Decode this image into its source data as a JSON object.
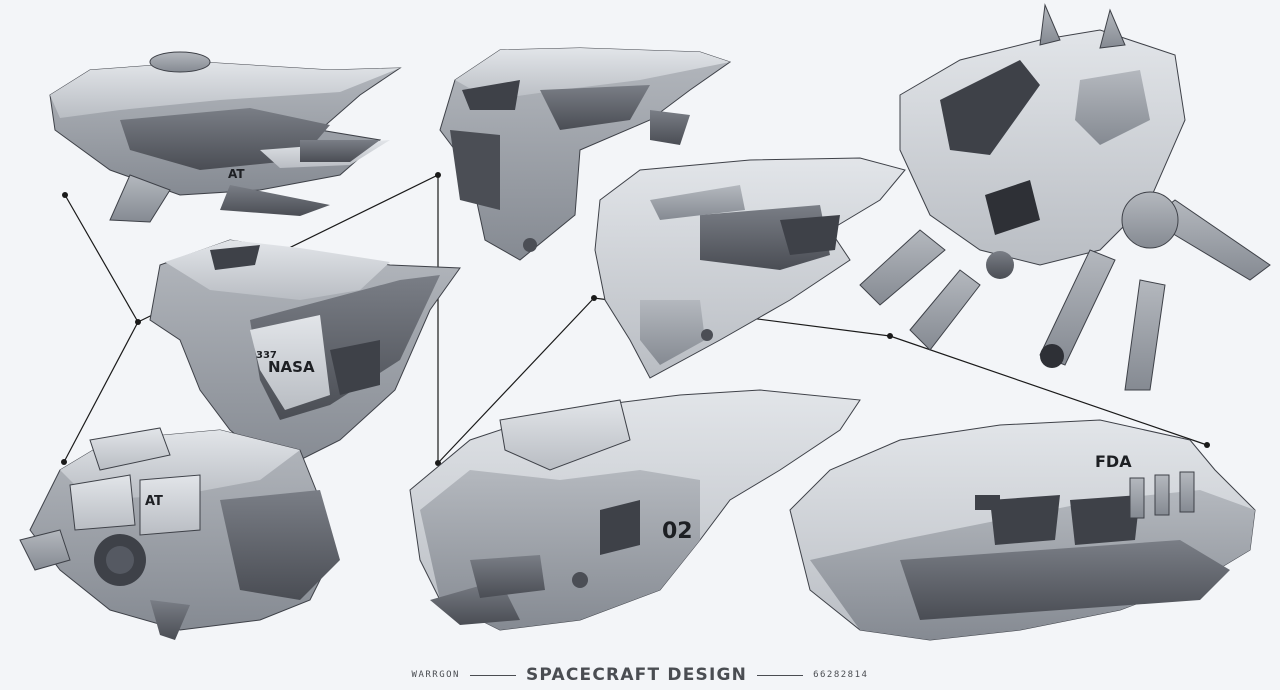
{
  "footer": {
    "artist": "WARRGON",
    "title": "SPACECRAFT DESIGN",
    "code": "66282814"
  },
  "decals": {
    "nasa_number": "337",
    "nasa_logo": "NASA",
    "marking_at_upper": "AT",
    "marking_at_lower": "AT",
    "hull_number": "02",
    "fda_logo": "FDA"
  },
  "colors": {
    "background": "#f3f5f8",
    "hull_light": "#d6d9de",
    "hull_mid": "#a9adb4",
    "hull_dark": "#6c7079",
    "shadow": "#3e4148",
    "line": "#1a1a1a"
  }
}
